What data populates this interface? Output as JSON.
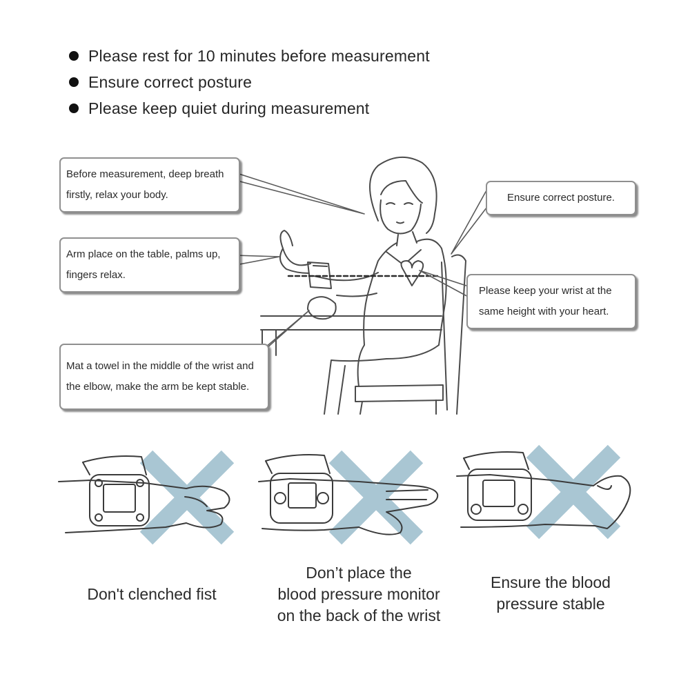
{
  "tips": [
    "Please rest for 10 minutes before measurement",
    "Ensure correct posture",
    "Please keep quiet during measurement"
  ],
  "callouts": {
    "breath": [
      "Before measurement, deep breath",
      "firstly, relax your body."
    ],
    "arm": [
      "Arm place on the table, palms up,",
      "fingers relax."
    ],
    "towel": [
      "Mat a towel in the middle of the wrist and",
      "the elbow, make the arm be kept stable."
    ],
    "posture": [
      "Ensure correct posture."
    ],
    "wrist": [
      "Please keep your wrist at the",
      "same height with your heart."
    ]
  },
  "captions": {
    "fist": [
      "Don't clenched fist"
    ],
    "back": [
      "Don’t place the",
      "blood pressure monitor",
      "on the back of the wrist"
    ],
    "stable": [
      "Ensure the blood",
      "pressure stable"
    ]
  },
  "colors": {
    "cross": "#a9c6d3",
    "line": "#4a4a4a",
    "border": "#8f8f8f",
    "heart": "#ffffff"
  }
}
